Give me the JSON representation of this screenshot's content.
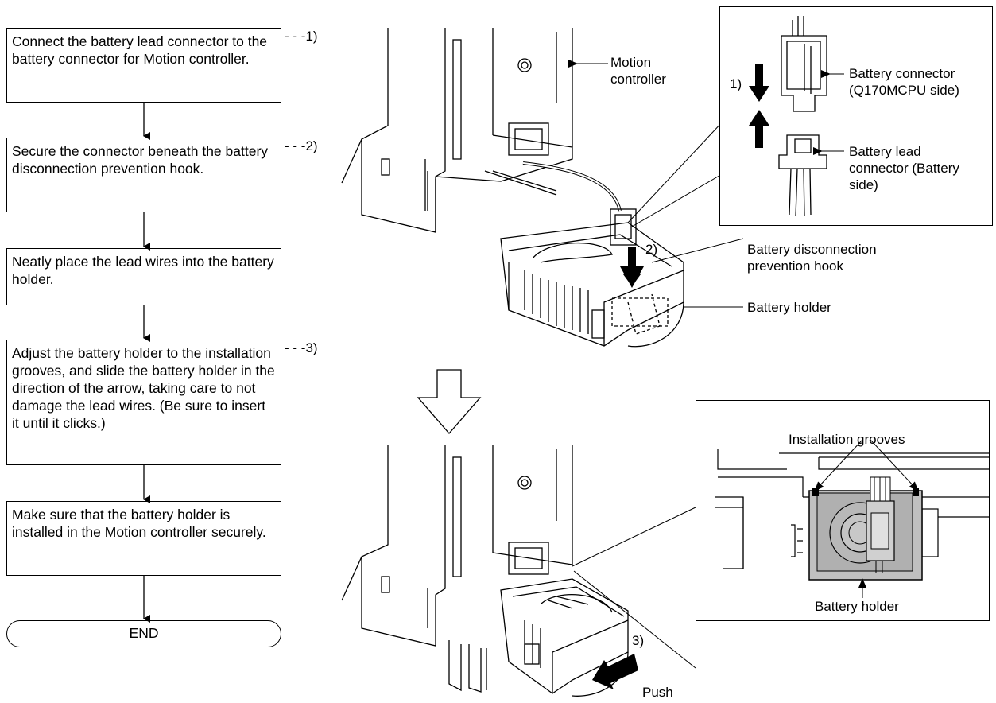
{
  "flowchart": {
    "steps": [
      {
        "text": "Connect the battery lead connector to the battery connector for Motion controller.",
        "ref": "1)"
      },
      {
        "text": "Secure the connector beneath the battery disconnection prevention hook.",
        "ref": "2)"
      },
      {
        "text": "Neatly place the lead wires into the battery holder.",
        "ref": ""
      },
      {
        "text": "Adjust the battery holder to the installation grooves, and slide the battery holder in the direction of the arrow, taking care to not damage the lead wires. (Be sure to insert it until it clicks.)",
        "ref": "3)"
      },
      {
        "text": "Make sure that the battery holder is installed in the Motion controller securely.",
        "ref": ""
      }
    ],
    "end_label": "END"
  },
  "top_illustration": {
    "motion_controller_label": "Motion controller",
    "hook_label": "Battery disconnection prevention hook",
    "holder_label": "Battery holder",
    "step2_marker": "2)"
  },
  "connector_inset": {
    "step1_marker": "1)",
    "battery_connector_label": "Battery connector (Q170MCPU side)",
    "battery_lead_label": "Battery lead connector (Battery side)"
  },
  "bottom_illustration": {
    "step3_marker": "3)",
    "push_label": "Push"
  },
  "grooves_inset": {
    "grooves_label": "Installation grooves",
    "holder_label": "Battery holder"
  }
}
